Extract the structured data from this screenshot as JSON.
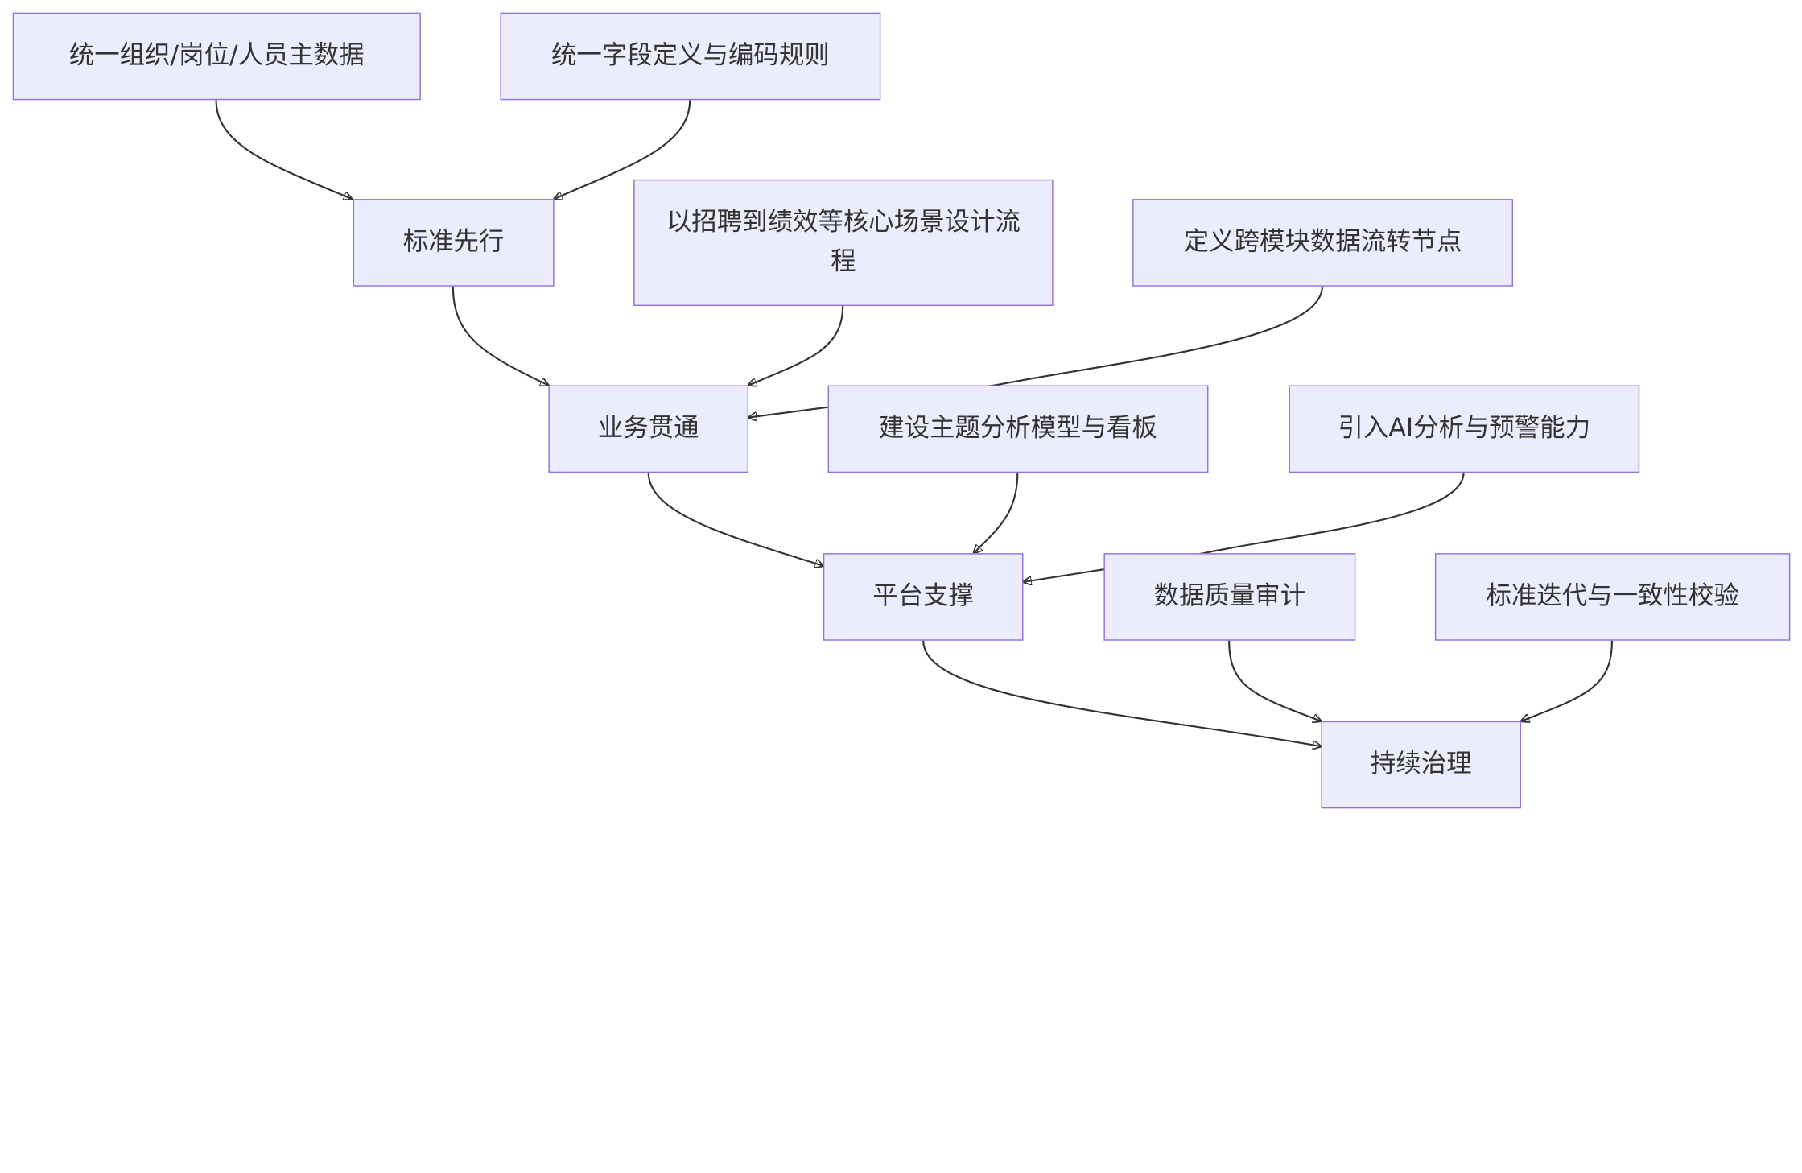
{
  "diagram": {
    "type": "flowchart",
    "style": {
      "node_fill": "#ececff",
      "node_border": "#9370db",
      "text_color": "#333333",
      "edge_color": "#333333",
      "background": "#ffffff"
    },
    "nodes": [
      {
        "id": "A1",
        "label": "统一组织/岗位/人员主数据"
      },
      {
        "id": "A2",
        "label": "统一字段定义与编码规则"
      },
      {
        "id": "A",
        "label": "标准先行"
      },
      {
        "id": "B1",
        "label": "以招聘到绩效等核心场景设计流程"
      },
      {
        "id": "B2",
        "label": "定义跨模块数据流转节点"
      },
      {
        "id": "B",
        "label": "业务贯通"
      },
      {
        "id": "C1",
        "label": "建设主题分析模型与看板"
      },
      {
        "id": "C2",
        "label": "引入AI分析与预警能力"
      },
      {
        "id": "C",
        "label": "平台支撑"
      },
      {
        "id": "D1",
        "label": "数据质量审计"
      },
      {
        "id": "D2",
        "label": "标准迭代与一致性校验"
      },
      {
        "id": "D",
        "label": "持续治理"
      }
    ],
    "edges": [
      {
        "from": "A1",
        "to": "A"
      },
      {
        "from": "A2",
        "to": "A"
      },
      {
        "from": "A",
        "to": "B"
      },
      {
        "from": "B1",
        "to": "B"
      },
      {
        "from": "B2",
        "to": "B"
      },
      {
        "from": "B",
        "to": "C"
      },
      {
        "from": "C1",
        "to": "C"
      },
      {
        "from": "C2",
        "to": "C"
      },
      {
        "from": "C",
        "to": "D"
      },
      {
        "from": "D1",
        "to": "D"
      },
      {
        "from": "D2",
        "to": "D"
      }
    ]
  }
}
